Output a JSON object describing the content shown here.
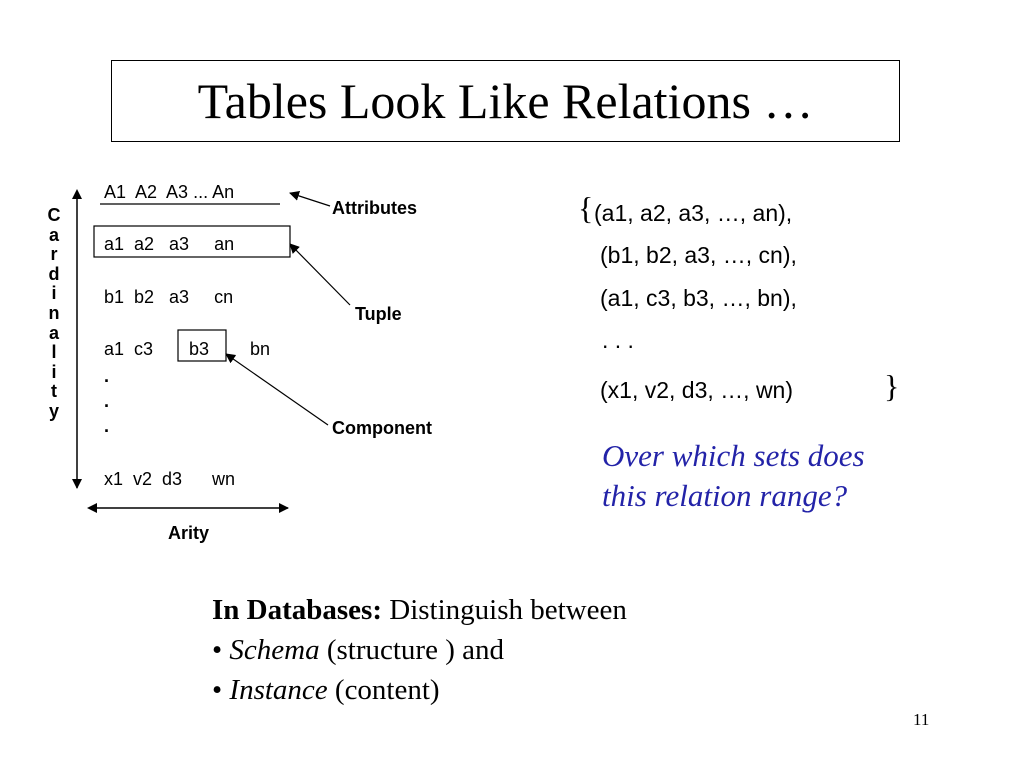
{
  "title": "Tables Look Like Relations …",
  "table": {
    "header": "A1  A2  A3 ... An",
    "rows": [
      "a1  a2   a3     an",
      "b1  b2   a3     cn",
      "a1  c3   b3     bn",
      "x1  v2  d3      wn"
    ],
    "dots": ".",
    "row3_left": "a1  c3",
    "row3_mid": "b3",
    "row3_right": "bn"
  },
  "labels": {
    "attributes": "Attributes",
    "tuple": "Tuple",
    "component": "Component",
    "arity": "Arity",
    "cardinality": [
      "C",
      "a",
      "r",
      "d",
      "i",
      "n",
      "a",
      "l",
      "i",
      "t",
      "y"
    ]
  },
  "relation": {
    "open_brace": "{",
    "line1": "(a1, a2, a3, …, an),",
    "line2": "(b1, b2, a3, …, cn),",
    "line3": "(a1, c3, b3, …, bn),",
    "ellipsis": ". . .",
    "line4": "(x1, v2, d3, …, wn)",
    "close_brace": "}"
  },
  "question": {
    "line1": "Over which sets does",
    "line2": "this relation range?"
  },
  "databases": {
    "heading": "In Databases:",
    "heading_rest": " Distinguish between",
    "bullet": "•",
    "item1_em": "Schema",
    "item1_rest": " (structure ) and",
    "item2_em": "Instance",
    "item2_rest": " (content)"
  },
  "page_number": "11",
  "colors": {
    "question": "#2323a8",
    "text": "#000000"
  }
}
